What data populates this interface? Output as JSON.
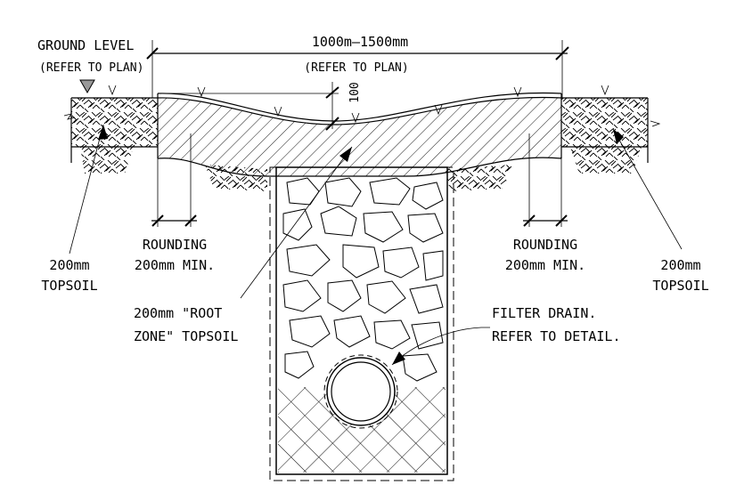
{
  "labels": {
    "ground_level": "GROUND LEVEL",
    "refer_to_plan_left": "(REFER TO PLAN)",
    "width_dimension": "1000m—1500mm",
    "refer_to_plan_center": "(REFER TO PLAN)",
    "depth_dimension": "100",
    "rounding_left": "ROUNDING",
    "rounding_left_value": "200mm MIN.",
    "rounding_right": "ROUNDING",
    "rounding_right_value": "200mm MIN.",
    "topsoil_left_value": "200mm",
    "topsoil_left": "TOPSOIL",
    "topsoil_right_value": "200mm",
    "topsoil_right": "TOPSOIL",
    "root_zone_line1": "200mm \"ROOT",
    "root_zone_line2": "ZONE\" TOPSOIL",
    "filter_drain_line1": "FILTER DRAIN.",
    "filter_drain_line2": "REFER TO DETAIL."
  }
}
